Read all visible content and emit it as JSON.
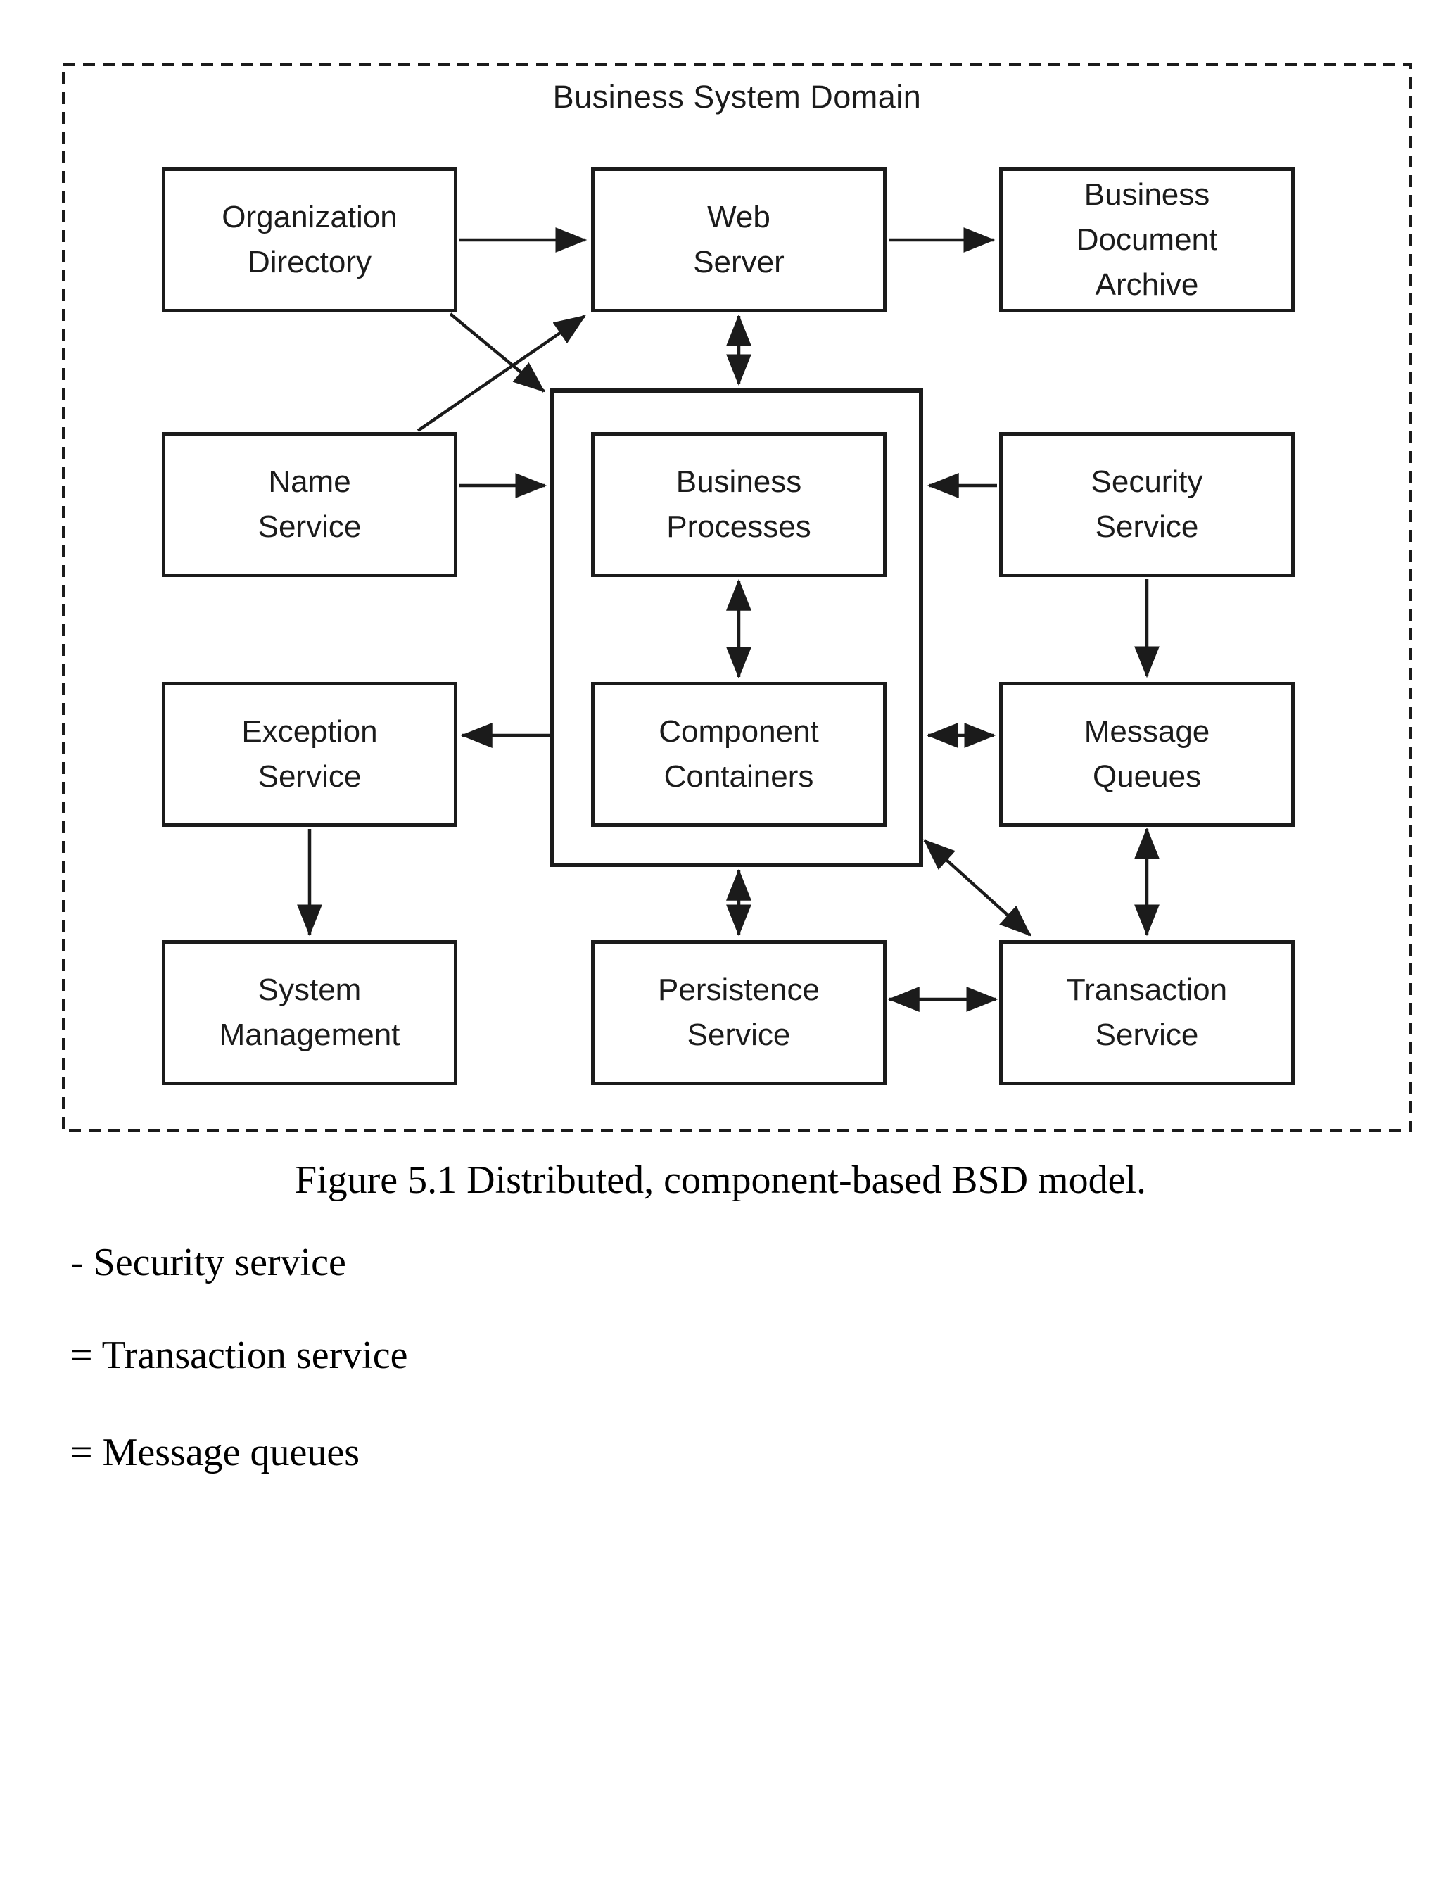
{
  "colors": {
    "ink": "#1b1b1b",
    "paper": "#ffffff"
  },
  "diagram": {
    "title": "Business System Domain",
    "boxes": {
      "organization_directory": {
        "label": "Organization\nDirectory"
      },
      "web_server": {
        "label": "Web\nServer"
      },
      "business_document_archive": {
        "label": "Business\nDocument\nArchive"
      },
      "name_service": {
        "label": "Name\nService"
      },
      "business_processes": {
        "label": "Business\nProcesses"
      },
      "security_service": {
        "label": "Security\nService"
      },
      "exception_service": {
        "label": "Exception\nService"
      },
      "component_containers": {
        "label": "Component\nContainers"
      },
      "message_queues": {
        "label": "Message\nQueues"
      },
      "system_management": {
        "label": "System\nManagement"
      },
      "persistence_service": {
        "label": "Persistence\nService"
      },
      "transaction_service": {
        "label": "Transaction\nService"
      }
    },
    "arrows": [
      {
        "from": "organization_directory",
        "to": "web_server",
        "heads": "single"
      },
      {
        "from": "web_server",
        "to": "business_document_archive",
        "heads": "single"
      },
      {
        "from": "web_server",
        "to": "container_block",
        "heads": "double"
      },
      {
        "from": "name_service",
        "to": "web_server",
        "heads": "single"
      },
      {
        "from": "organization_directory",
        "to": "container_block",
        "heads": "single"
      },
      {
        "from": "name_service",
        "to": "container_block",
        "heads": "single"
      },
      {
        "from": "security_service",
        "to": "business_processes",
        "heads": "single"
      },
      {
        "from": "business_processes",
        "to": "component_containers",
        "heads": "double"
      },
      {
        "from": "security_service",
        "to": "message_queues",
        "heads": "single"
      },
      {
        "from": "component_containers",
        "to": "message_queues",
        "heads": "double"
      },
      {
        "from": "component_containers",
        "to": "exception_service",
        "heads": "single"
      },
      {
        "from": "exception_service",
        "to": "system_management",
        "heads": "single"
      },
      {
        "from": "container_block",
        "to": "persistence_service",
        "heads": "double"
      },
      {
        "from": "message_queues",
        "to": "transaction_service",
        "heads": "double"
      },
      {
        "from": "component_containers",
        "to": "transaction_service",
        "heads": "double"
      },
      {
        "from": "persistence_service",
        "to": "transaction_service",
        "heads": "double"
      }
    ]
  },
  "figure": {
    "caption": "Figure 5.1 Distributed, component-based BSD model."
  },
  "legend": [
    "- Security service",
    "= Transaction service",
    "= Message queues"
  ]
}
